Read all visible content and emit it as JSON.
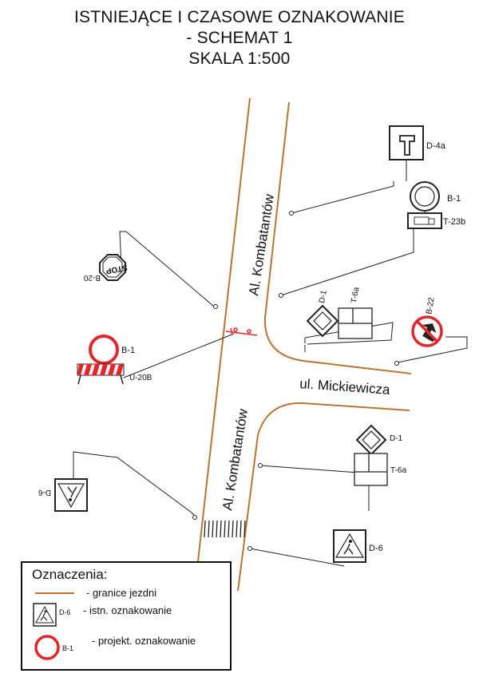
{
  "title": {
    "line1": "ISTNIEJĄCE I CZASOWE OZNAKOWANIE",
    "line2": "- SCHEMAT 1",
    "line3": "SKALA 1:500"
  },
  "streets": {
    "main_upper": "Al. Kombatantów",
    "main_lower": "Al. Kombatantów",
    "cross": "ul. Mickiewicza"
  },
  "signs": {
    "d4a": "D-4a",
    "b1_right": "B-1",
    "t23b": "T-23b",
    "b20": "B-20",
    "stop_text": "STOP",
    "b1_left": "B-1",
    "u20b": "U-20B",
    "d1_upper": "D-1",
    "t6a_upper": "T-6a",
    "b22": "B-22",
    "d1_lower": "D-1",
    "t6a_lower": "T-6a",
    "d6_left": "D-6",
    "d6_right": "D-6"
  },
  "legend": {
    "title": "Oznaczenia:",
    "item1": "- granice jezdni",
    "item2_code": "D-6",
    "item2": "- istn. oznakowanie",
    "item3_code": "B-1",
    "item3": "- projekt. oznakowanie"
  },
  "colors": {
    "curb": "#b8762f",
    "line": "#222222",
    "project": "#e2262a"
  }
}
